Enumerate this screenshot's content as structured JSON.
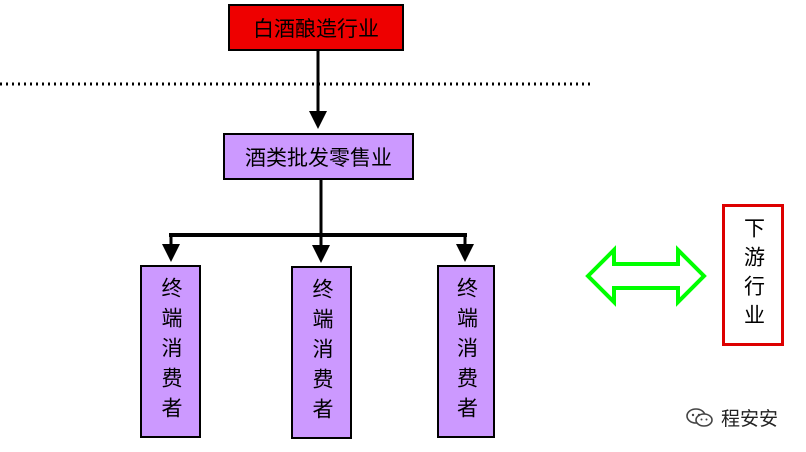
{
  "colors": {
    "top_fill": "#ee0000",
    "node_fill": "#cc99ff",
    "side_border": "#dd0000",
    "arrow_green": "#00ff00",
    "line": "#000000"
  },
  "diagram": {
    "top_node": "白酒酿造行业",
    "middle_node": "酒类批发零售业",
    "consumers": [
      {
        "label": "终端消费者"
      },
      {
        "label": "终端消费者"
      },
      {
        "label": "终端消费者"
      }
    ],
    "side_label": "下游行业"
  },
  "watermark": {
    "text": "程安安",
    "icon": "wechat-icon"
  }
}
